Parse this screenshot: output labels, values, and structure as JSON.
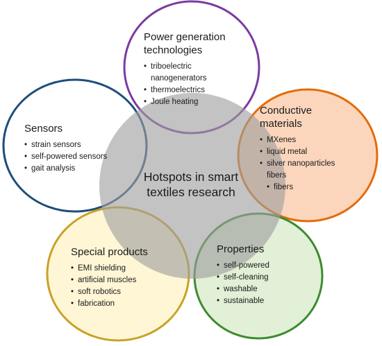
{
  "center": {
    "line1": "Hotspots in smart",
    "line2": "textiles research"
  },
  "nodes": [
    {
      "id": "power",
      "title_lines": [
        "Power generation",
        "technologies"
      ],
      "items": [
        "triboelectric nanogenerators",
        "thermoelectrics",
        "Joule heating"
      ],
      "stroke": "#7b3aa1",
      "fill": "#ffffff"
    },
    {
      "id": "sensors",
      "title_lines": [
        "Sensors"
      ],
      "items": [
        "strain sensors",
        "self-powered sensors",
        "gait analysis"
      ],
      "stroke": "#1f4e79",
      "fill": "#ffffff"
    },
    {
      "id": "conductive",
      "title_lines": [
        "Conductive",
        "materials"
      ],
      "items": [
        "MXenes",
        "liquid metal",
        "silver nanoparticles fibers",
        "fibers"
      ],
      "stroke": "#e36c0a",
      "fill": "#fcd6bc"
    },
    {
      "id": "special",
      "title_lines": [
        "Special products"
      ],
      "items": [
        "EMI shielding",
        "artificial muscles",
        "soft robotics",
        "fabrication"
      ],
      "stroke": "#c9a227",
      "fill": "#fff6d6"
    },
    {
      "id": "properties",
      "title_lines": [
        "Properties"
      ],
      "items": [
        "self-powered",
        "self-cleaning",
        "washable",
        "sustainable"
      ],
      "stroke": "#3d8b2f",
      "fill": "#e1f0d6"
    }
  ],
  "colors": {
    "center_fill": "#9e9e9e"
  }
}
